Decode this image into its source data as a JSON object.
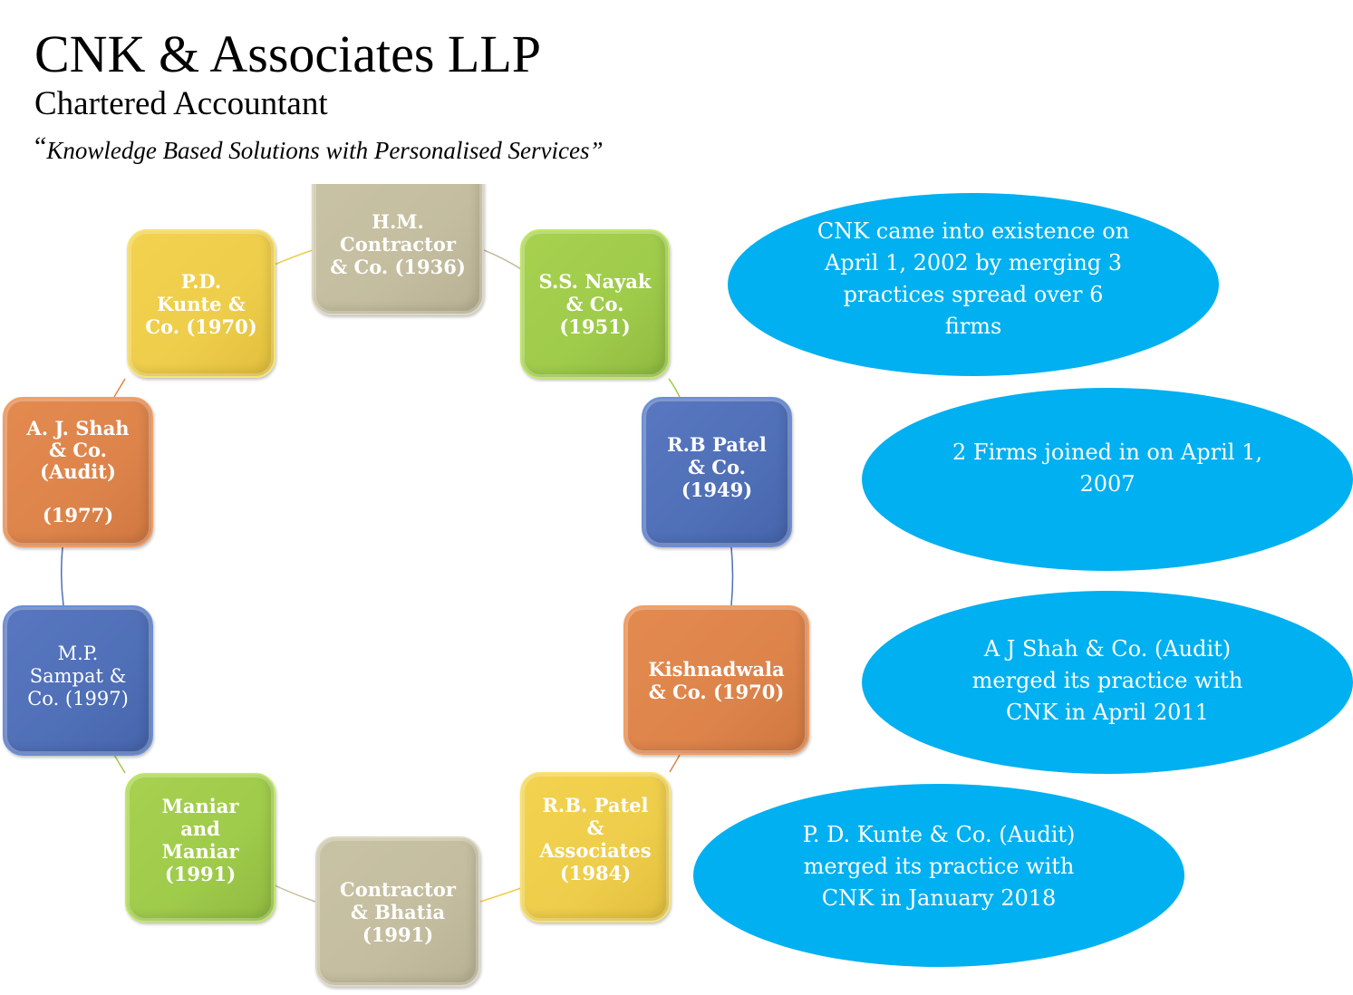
{
  "header": {
    "title": "CNK & Associates LLP",
    "subtitle": "Chartered Accountant",
    "tagline_open_quote": "“",
    "tagline": "Knowledge Based Solutions with Personalised Services”"
  },
  "colors": {
    "tan": "#c4bd9f",
    "yellow": "#eecd4b",
    "green": "#9fcb4b",
    "blue": "#4f6fb7",
    "orange": "#dd844b",
    "callout": "#00b0f0"
  },
  "cycle": {
    "nodes": [
      {
        "id": "hm-contractor",
        "label": "H.M.\nContractor\n& Co. (1936)",
        "color": "tan"
      },
      {
        "id": "ss-nayak",
        "label": "S.S. Nayak\n& Co.\n(1951)",
        "color": "green"
      },
      {
        "id": "rb-patel-co",
        "label": "R.B Patel\n& Co.\n(1949)",
        "color": "blue"
      },
      {
        "id": "kishnadwala",
        "label": "Kishnadwala\n& Co. (1970)",
        "color": "orange"
      },
      {
        "id": "rb-patel-associates",
        "label": "R.B. Patel\n&\nAssociates\n(1984)",
        "color": "yellow"
      },
      {
        "id": "contractor-bhatia",
        "label": "Contractor\n& Bhatia\n(1991)",
        "color": "tan"
      },
      {
        "id": "maniar-maniar",
        "label": "Maniar\nand\nManiar\n(1991)",
        "color": "green"
      },
      {
        "id": "mp-sampat",
        "label": "M.P.\nSampat &\nCo. (1997)",
        "color": "blue"
      },
      {
        "id": "aj-shah",
        "label": "A. J. Shah\n& Co.\n(Audit)\n\n(1977)",
        "color": "orange"
      },
      {
        "id": "pd-kunte",
        "label": "P.D.\nKunte &\nCo. (1970)",
        "color": "yellow"
      }
    ]
  },
  "callouts": [
    {
      "text": "CNK came into existence on\nApril 1, 2002 by merging  3\npractices spread over 6\nfirms"
    },
    {
      "text": "2 Firms joined in on April 1,\n2007"
    },
    {
      "text": "A J Shah & Co. (Audit)\nmerged its practice with\nCNK in April 2011"
    },
    {
      "text": "P. D. Kunte & Co. (Audit)\nmerged its practice with\nCNK in January 2018"
    }
  ]
}
